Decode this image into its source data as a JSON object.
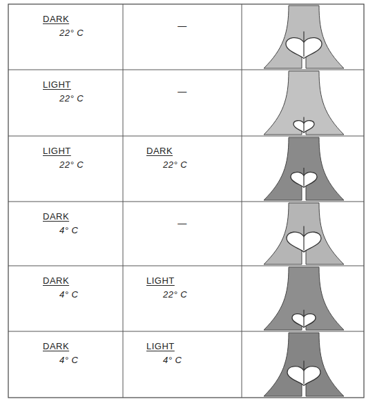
{
  "diagram": {
    "labels": [
      "DARK",
      "22° C",
      "—",
      "LIGHT",
      "22° C",
      "—",
      "LIGHT",
      "22° C",
      "DARK",
      "22° C",
      "DARK",
      "4° C",
      "—",
      "DARK",
      "4° C",
      "LIGHT",
      "22° C",
      "DARK",
      "4° C",
      "LIGHT",
      "4° C"
    ]
  }
}
